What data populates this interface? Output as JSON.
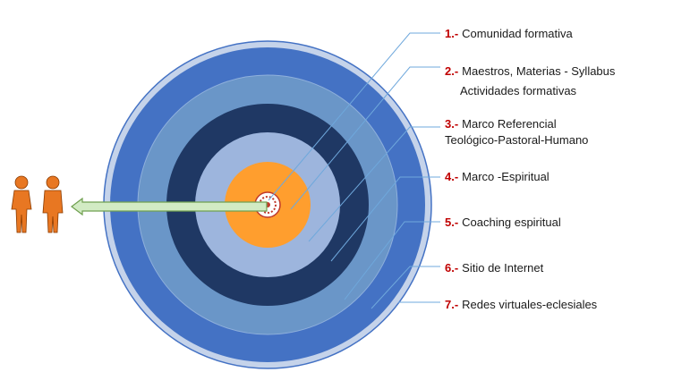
{
  "colors": {
    "ring_outer_rim": "#c5d3ea",
    "ring_royal": "#4472c4",
    "ring_steel": "#6a96c8",
    "ring_navy": "#1f3864",
    "ring_light": "#9db5dd",
    "center_orange": "#ff9e2e",
    "leader_line": "#6fa8dc",
    "arrow_fill": "#d2ebc4",
    "arrow_stroke": "#70a050",
    "person_fill": "#e87722",
    "number_red": "#c00000"
  },
  "people_icons": [
    "person-icon",
    "person-icon"
  ],
  "center_icon": "seal-icon",
  "items": [
    {
      "number": "1.-",
      "label": "Comunidad formativa"
    },
    {
      "number": "2.-",
      "label": "Maestros, Materias - Syllabus",
      "label2": "Actividades formativas"
    },
    {
      "number": "3.-",
      "label": "Marco Referencial",
      "label2": "Teológico-Pastoral-Humano"
    },
    {
      "number": "4.-",
      "label": "Marco -Espiritual"
    },
    {
      "number": "5.-",
      "label": "Coaching espiritual"
    },
    {
      "number": "6.-",
      "label": "Sitio de Internet"
    },
    {
      "number": "7.-",
      "label": "Redes virtuales-eclesiales"
    }
  ]
}
